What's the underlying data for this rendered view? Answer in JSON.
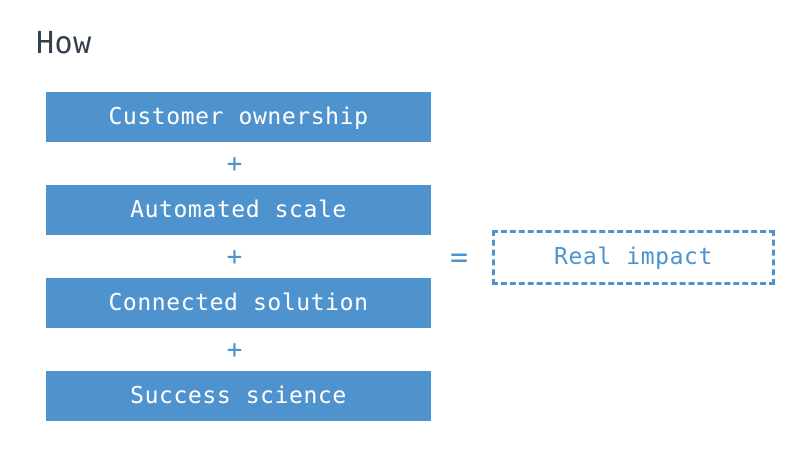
{
  "slide": {
    "title": "How",
    "background_color": "#ffffff",
    "title_color": "#333F4F",
    "accent_color": "#4F93CE"
  },
  "equation": {
    "operator_plus": "+",
    "operator_equals": "=",
    "terms": [
      {
        "label": "Customer ownership"
      },
      {
        "label": "Automated scale"
      },
      {
        "label": "Connected solution"
      },
      {
        "label": "Success science"
      }
    ],
    "result": {
      "label": "Real impact"
    }
  }
}
